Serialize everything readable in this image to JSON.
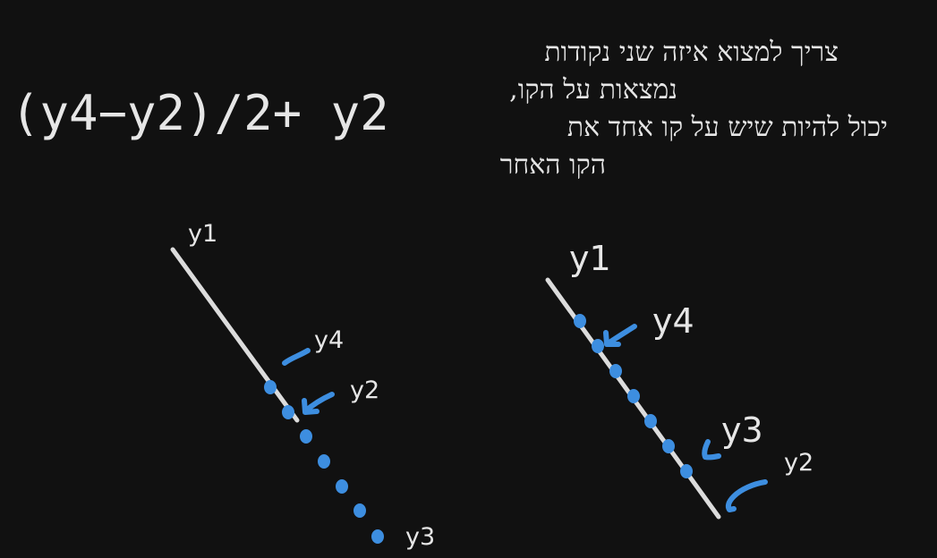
{
  "formula": "(y4−y2)/2+ y2",
  "note_lines": [
    "צריך למצוא איזה שני נקודות",
    "נמצאות על הקו,",
    "יכול להיות שיש על קו אחד את",
    "הקו האחר"
  ],
  "left_diagram": {
    "labels": {
      "y1": "y1",
      "y4": "y4",
      "y2": "y2",
      "y3": "y3"
    }
  },
  "right_diagram": {
    "labels": {
      "y1": "y1",
      "y4": "y4",
      "y3": "y3",
      "y2": "y2"
    }
  },
  "colors": {
    "background": "#111111",
    "line": "#dcdcdc",
    "dots": "#3d8ee0",
    "text": "#e6e6e6"
  }
}
